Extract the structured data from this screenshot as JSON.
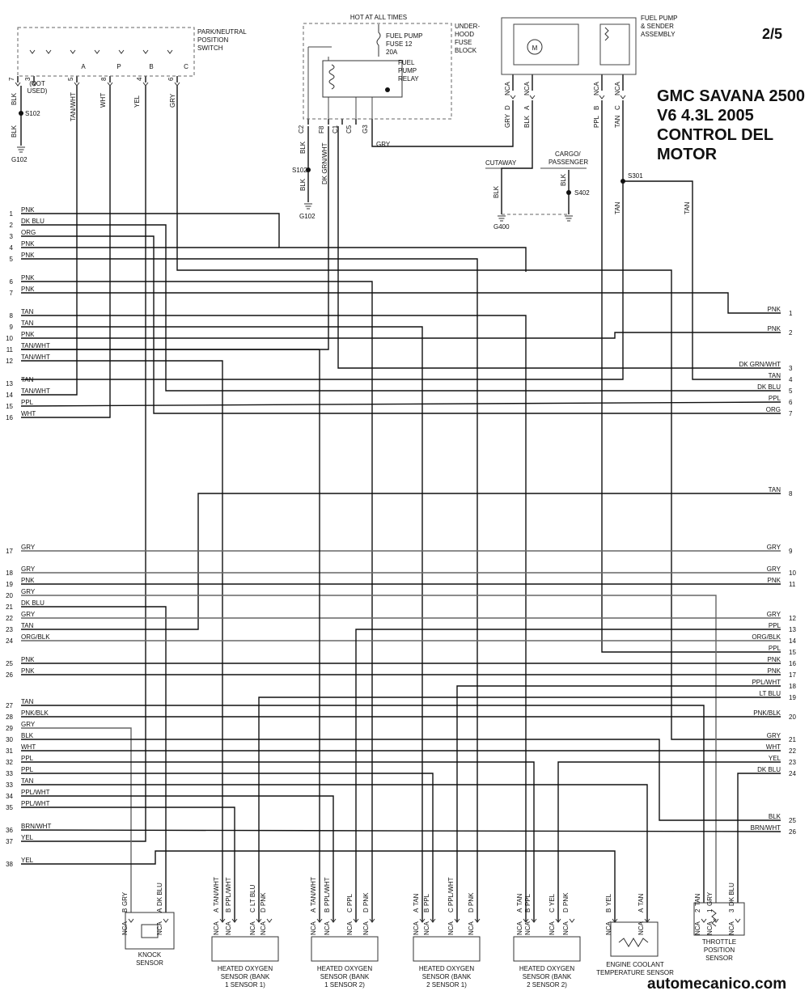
{
  "header": {
    "page_indicator": "2/5",
    "title_lines": [
      "GMC SAVANA 2500",
      "V6 4.3L 2005",
      "CONTROL DEL",
      "MOTOR"
    ],
    "watermark": "automecanico.com"
  },
  "park_neutral_switch": {
    "title_lines": [
      "PARK/NEUTRAL",
      "POSITION",
      "SWITCH"
    ],
    "positions": [
      "A",
      "P",
      "B",
      "C"
    ],
    "pins": [
      {
        "num": "7",
        "color": "BLK"
      },
      {
        "num": "3",
        "color": "(NOT USED)"
      },
      {
        "num": "5",
        "color": "TAN/WHT"
      },
      {
        "num": "8",
        "color": "WHT"
      },
      {
        "num": "4",
        "color": "YEL"
      },
      {
        "num": "6",
        "color": "GRY"
      }
    ],
    "not_used_lines": [
      "(NOT",
      "USED)"
    ],
    "splice": "S102",
    "splice_wire": "BLK",
    "ground": "G102"
  },
  "fuse_block": {
    "hot_label": "HOT AT ALL TIMES",
    "block_lines": [
      "UNDER-",
      "HOOD",
      "FUSE",
      "BLOCK"
    ],
    "fuse_lines": [
      "FUEL PUMP",
      "FUSE 12",
      "20A"
    ],
    "relay_lines": [
      "FUEL",
      "PUMP",
      "RELAY"
    ],
    "terminals": [
      "C2",
      "F8",
      "C1",
      "C5",
      "G3"
    ],
    "wires": [
      "BLK",
      "DK GRN/WHT",
      "GRY"
    ],
    "splice": "S102",
    "ground": "G102",
    "gnd_wire": "BLK"
  },
  "fuel_pump": {
    "title_lines": [
      "FUEL PUMP",
      "& SENDER",
      "ASSEMBLY"
    ],
    "motor_symbol": "M",
    "nca": "NCA",
    "pins": [
      {
        "pin": "D",
        "color": "GRY"
      },
      {
        "pin": "A",
        "color": "BLK"
      },
      {
        "pin": "B",
        "color": "PPL"
      },
      {
        "pin": "C",
        "color": "TAN"
      }
    ],
    "cutaway": "CUTAWAY",
    "cargo_lines": [
      "CARGO/",
      "PASSENGER"
    ],
    "s402": "S402",
    "g400": "G400",
    "s301": "S301",
    "blk": "BLK",
    "tan": "TAN"
  },
  "left_connector": [
    {
      "n": "1",
      "c": "PNK"
    },
    {
      "n": "2",
      "c": "DK BLU"
    },
    {
      "n": "3",
      "c": "ORG"
    },
    {
      "n": "4",
      "c": "PNK"
    },
    {
      "n": "5",
      "c": "PNK"
    },
    {
      "n": "6",
      "c": "PNK"
    },
    {
      "n": "7",
      "c": "PNK"
    },
    {
      "n": "8",
      "c": "TAN"
    },
    {
      "n": "9",
      "c": "TAN"
    },
    {
      "n": "10",
      "c": "PNK"
    },
    {
      "n": "11",
      "c": "TAN/WHT"
    },
    {
      "n": "12",
      "c": "TAN/WHT"
    },
    {
      "n": "13",
      "c": "TAN"
    },
    {
      "n": "14",
      "c": "TAN/WHT"
    },
    {
      "n": "15",
      "c": "PPL"
    },
    {
      "n": "16",
      "c": "WHT"
    },
    {
      "n": "17",
      "c": "GRY"
    },
    {
      "n": "18",
      "c": "GRY"
    },
    {
      "n": "19",
      "c": "PNK"
    },
    {
      "n": "20",
      "c": "GRY"
    },
    {
      "n": "21",
      "c": "DK BLU"
    },
    {
      "n": "22",
      "c": "GRY"
    },
    {
      "n": "23",
      "c": "TAN"
    },
    {
      "n": "24",
      "c": "ORG/BLK"
    },
    {
      "n": "25",
      "c": "PNK"
    },
    {
      "n": "26",
      "c": "PNK"
    },
    {
      "n": "27",
      "c": "TAN"
    },
    {
      "n": "28",
      "c": "PNK/BLK"
    },
    {
      "n": "29",
      "c": "GRY"
    },
    {
      "n": "30",
      "c": "BLK"
    },
    {
      "n": "31",
      "c": "WHT"
    },
    {
      "n": "32",
      "c": "PPL"
    },
    {
      "n": "33",
      "c": "PPL"
    },
    {
      "n": "33",
      "c": "TAN"
    },
    {
      "n": "34",
      "c": "PPL/WHT"
    },
    {
      "n": "35",
      "c": "PPL/WHT"
    },
    {
      "n": "36",
      "c": "BRN/WHT"
    },
    {
      "n": "37",
      "c": "YEL"
    },
    {
      "n": "38",
      "c": "YEL"
    }
  ],
  "right_connector": [
    {
      "n": "1",
      "c": "PNK"
    },
    {
      "n": "2",
      "c": "PNK"
    },
    {
      "n": "3",
      "c": "DK GRN/WHT"
    },
    {
      "n": "4",
      "c": "TAN"
    },
    {
      "n": "5",
      "c": "DK BLU"
    },
    {
      "n": "6",
      "c": "PPL"
    },
    {
      "n": "7",
      "c": "ORG"
    },
    {
      "n": "8",
      "c": "TAN"
    },
    {
      "n": "9",
      "c": "GRY"
    },
    {
      "n": "10",
      "c": "GRY"
    },
    {
      "n": "11",
      "c": "PNK"
    },
    {
      "n": "12",
      "c": "GRY"
    },
    {
      "n": "13",
      "c": "PPL"
    },
    {
      "n": "14",
      "c": "ORG/BLK"
    },
    {
      "n": "15",
      "c": "PPL"
    },
    {
      "n": "16",
      "c": "PNK"
    },
    {
      "n": "17",
      "c": "PNK"
    },
    {
      "n": "18",
      "c": "PPL/WHT"
    },
    {
      "n": "19",
      "c": "LT BLU"
    },
    {
      "n": "20",
      "c": "PNK/BLK"
    },
    {
      "n": "21",
      "c": "GRY"
    },
    {
      "n": "22",
      "c": "WHT"
    },
    {
      "n": "23",
      "c": "YEL"
    },
    {
      "n": "24",
      "c": "DK BLU"
    },
    {
      "n": "25",
      "c": "BLK"
    },
    {
      "n": "26",
      "c": "BRN/WHT"
    }
  ],
  "components": {
    "knock": {
      "name_lines": [
        "KNOCK",
        "SENSOR"
      ],
      "pins": [
        {
          "p": "B",
          "c": "GRY"
        },
        {
          "p": "A",
          "c": "DK BLU"
        }
      ]
    },
    "o2_b1s1": {
      "name_lines": [
        "HEATED OXYGEN",
        "SENSOR (BANK",
        "1 SENSOR 1)"
      ],
      "pins": [
        {
          "p": "A",
          "c": "TAN/WHT"
        },
        {
          "p": "B",
          "c": "PPL/WHT"
        },
        {
          "p": "C",
          "c": "LT BLU"
        },
        {
          "p": "D",
          "c": "PNK"
        }
      ]
    },
    "o2_b1s2": {
      "name_lines": [
        "HEATED OXYGEN",
        "SENSOR (BANK",
        "1 SENSOR 2)"
      ],
      "pins": [
        {
          "p": "A",
          "c": "TAN/WHT"
        },
        {
          "p": "B",
          "c": "PPL/WHT"
        },
        {
          "p": "C",
          "c": "PPL"
        },
        {
          "p": "D",
          "c": "PNK"
        }
      ]
    },
    "o2_b2s1": {
      "name_lines": [
        "HEATED OXYGEN",
        "SENSOR (BANK",
        "2 SENSOR 1)"
      ],
      "pins": [
        {
          "p": "A",
          "c": "TAN"
        },
        {
          "p": "B",
          "c": "PPL"
        },
        {
          "p": "C",
          "c": "PPL/WHT"
        },
        {
          "p": "D",
          "c": "PNK"
        }
      ]
    },
    "o2_b2s2": {
      "name_lines": [
        "HEATED OXYGEN",
        "SENSOR (BANK",
        "2 SENSOR 2)"
      ],
      "pins": [
        {
          "p": "A",
          "c": "TAN"
        },
        {
          "p": "B",
          "c": "PPL"
        },
        {
          "p": "C",
          "c": "YEL"
        },
        {
          "p": "D",
          "c": "PNK"
        }
      ]
    },
    "ect": {
      "name_lines": [
        "ENGINE COOLANT",
        "TEMPERATURE SENSOR"
      ],
      "pins": [
        {
          "p": "B",
          "c": "YEL"
        },
        {
          "p": "A",
          "c": "TAN"
        }
      ]
    },
    "tps": {
      "name_lines": [
        "THROTTLE",
        "POSITION",
        "SENSOR"
      ],
      "pins": [
        {
          "p": "2",
          "c": "TAN"
        },
        {
          "p": "1",
          "c": "GRY"
        },
        {
          "p": "3",
          "c": "DK BLU"
        }
      ]
    },
    "nca": "NCA"
  }
}
